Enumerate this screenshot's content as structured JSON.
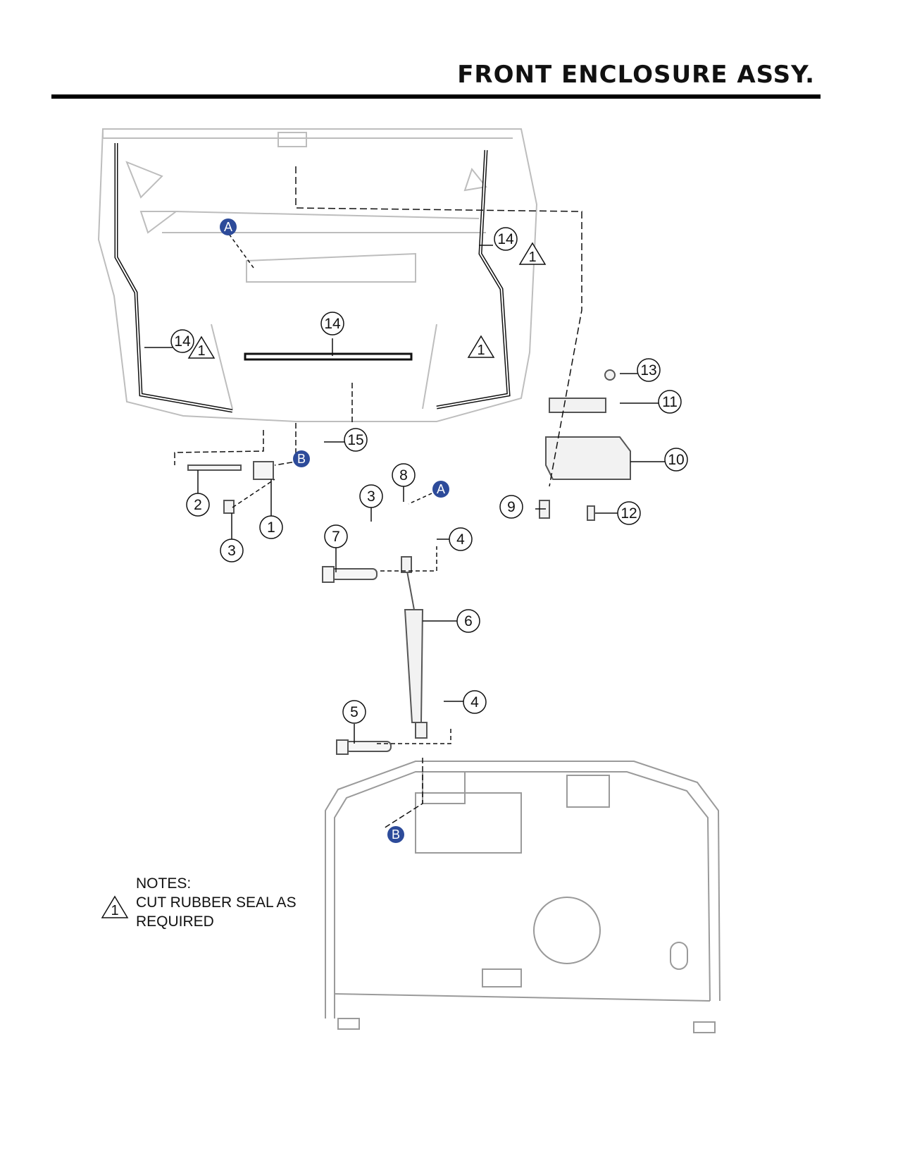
{
  "page": {
    "title": "FRONT ENCLOSURE ASSY."
  },
  "callouts": [
    {
      "label": "14"
    },
    {
      "label": "14"
    },
    {
      "label": "14"
    },
    {
      "label": "13"
    },
    {
      "label": "11"
    },
    {
      "label": "15"
    },
    {
      "label": "10"
    },
    {
      "label": "2"
    },
    {
      "label": "1"
    },
    {
      "label": "3"
    },
    {
      "label": "3"
    },
    {
      "label": "8"
    },
    {
      "label": "4"
    },
    {
      "label": "7"
    },
    {
      "label": "9"
    },
    {
      "label": "12"
    },
    {
      "label": "6"
    },
    {
      "label": "4"
    },
    {
      "label": "5"
    }
  ],
  "reference_markers": [
    {
      "label": "A"
    },
    {
      "label": "B"
    },
    {
      "label": "A"
    },
    {
      "label": "B"
    }
  ],
  "note_marker": "1",
  "notes": {
    "heading": "NOTES:",
    "line1": "CUT RUBBER SEAL AS",
    "line2": "REQUIRED"
  },
  "colors": {
    "marker_fill": "#2d4b9a",
    "line": "#111111",
    "light_line": "#bdbdbd"
  }
}
